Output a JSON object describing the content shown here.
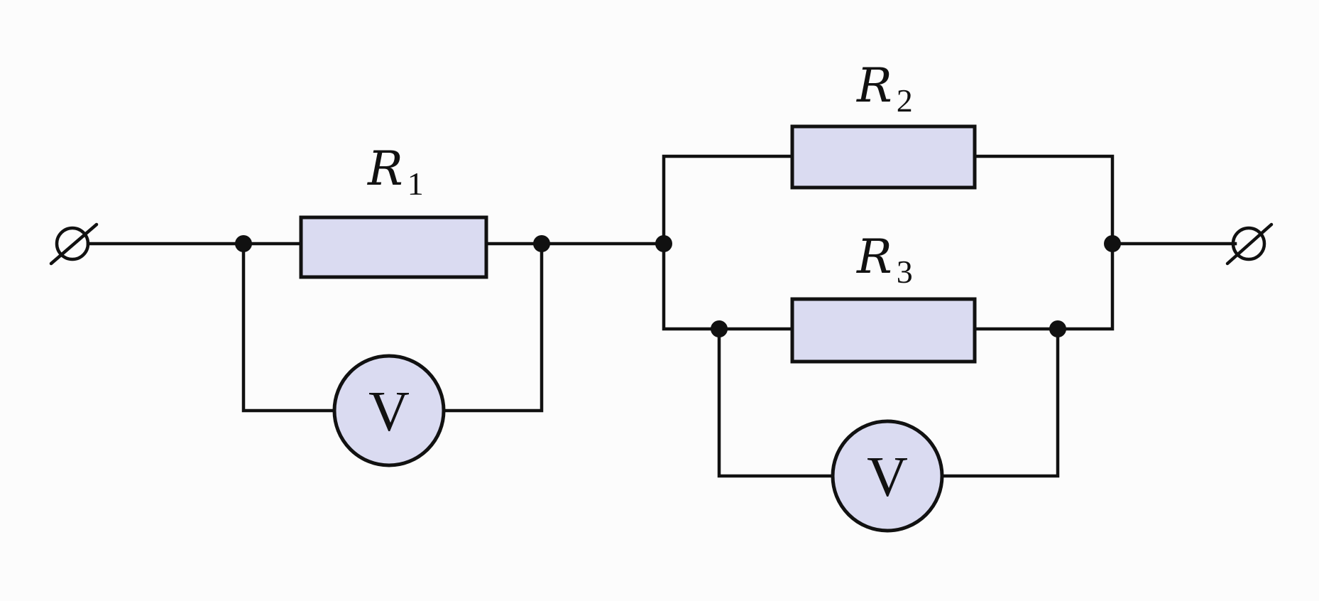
{
  "diagram": {
    "resistors": [
      {
        "id": "r1",
        "label": "R",
        "subscript": "1"
      },
      {
        "id": "r2",
        "label": "R",
        "subscript": "2"
      },
      {
        "id": "r3",
        "label": "R",
        "subscript": "3"
      }
    ],
    "voltmeters": [
      {
        "id": "v1",
        "label": "V"
      },
      {
        "id": "v2",
        "label": "V"
      }
    ]
  }
}
